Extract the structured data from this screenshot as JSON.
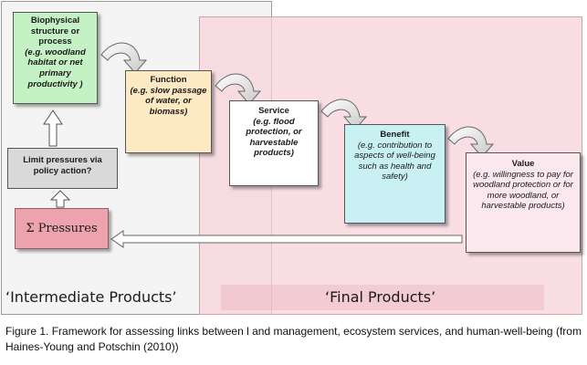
{
  "boxes": {
    "biophysical": {
      "title": "Biophysical structure or process",
      "detail": "(e.g. woodland habitat or net primary productivity )"
    },
    "function": {
      "title": "Function",
      "detail": "(e.g. slow passage of water, or biomass)"
    },
    "service": {
      "title": "Service",
      "detail": "(e.g. flood protection, or harvestable products)"
    },
    "benefit": {
      "title": "Benefit",
      "detail": "(e.g. contribution to aspects of well-being such as health and safety)"
    },
    "value": {
      "title": "Value",
      "detail": "(e.g. willingness to pay for woodland protection or for more woodland, or harvestable products)"
    },
    "limit_pressures": {
      "title": "Limit pressures via policy action?"
    },
    "pressures": {
      "symbol": "Σ",
      "label": "Pressures"
    }
  },
  "regions": {
    "intermediate": "‘Intermediate Products’",
    "final": "‘Final Products’"
  },
  "caption": "Figure 1. Framework for assessing links between l and management, ecosystem services, and human-well-being (from Haines-Young and Potschin (2010))",
  "colors": {
    "biophysical_fill": "#c4f2c4",
    "function_fill": "#fde9c3",
    "service_fill": "#ffffff",
    "benefit_fill": "#c9f0f3",
    "value_fill": "#fbe8ee",
    "pressures_fill": "#eda3ad",
    "limit_fill": "#d9d9d9",
    "final_region_fill": "#f7d2da",
    "intermediate_region_fill": "#f4f4f4"
  }
}
